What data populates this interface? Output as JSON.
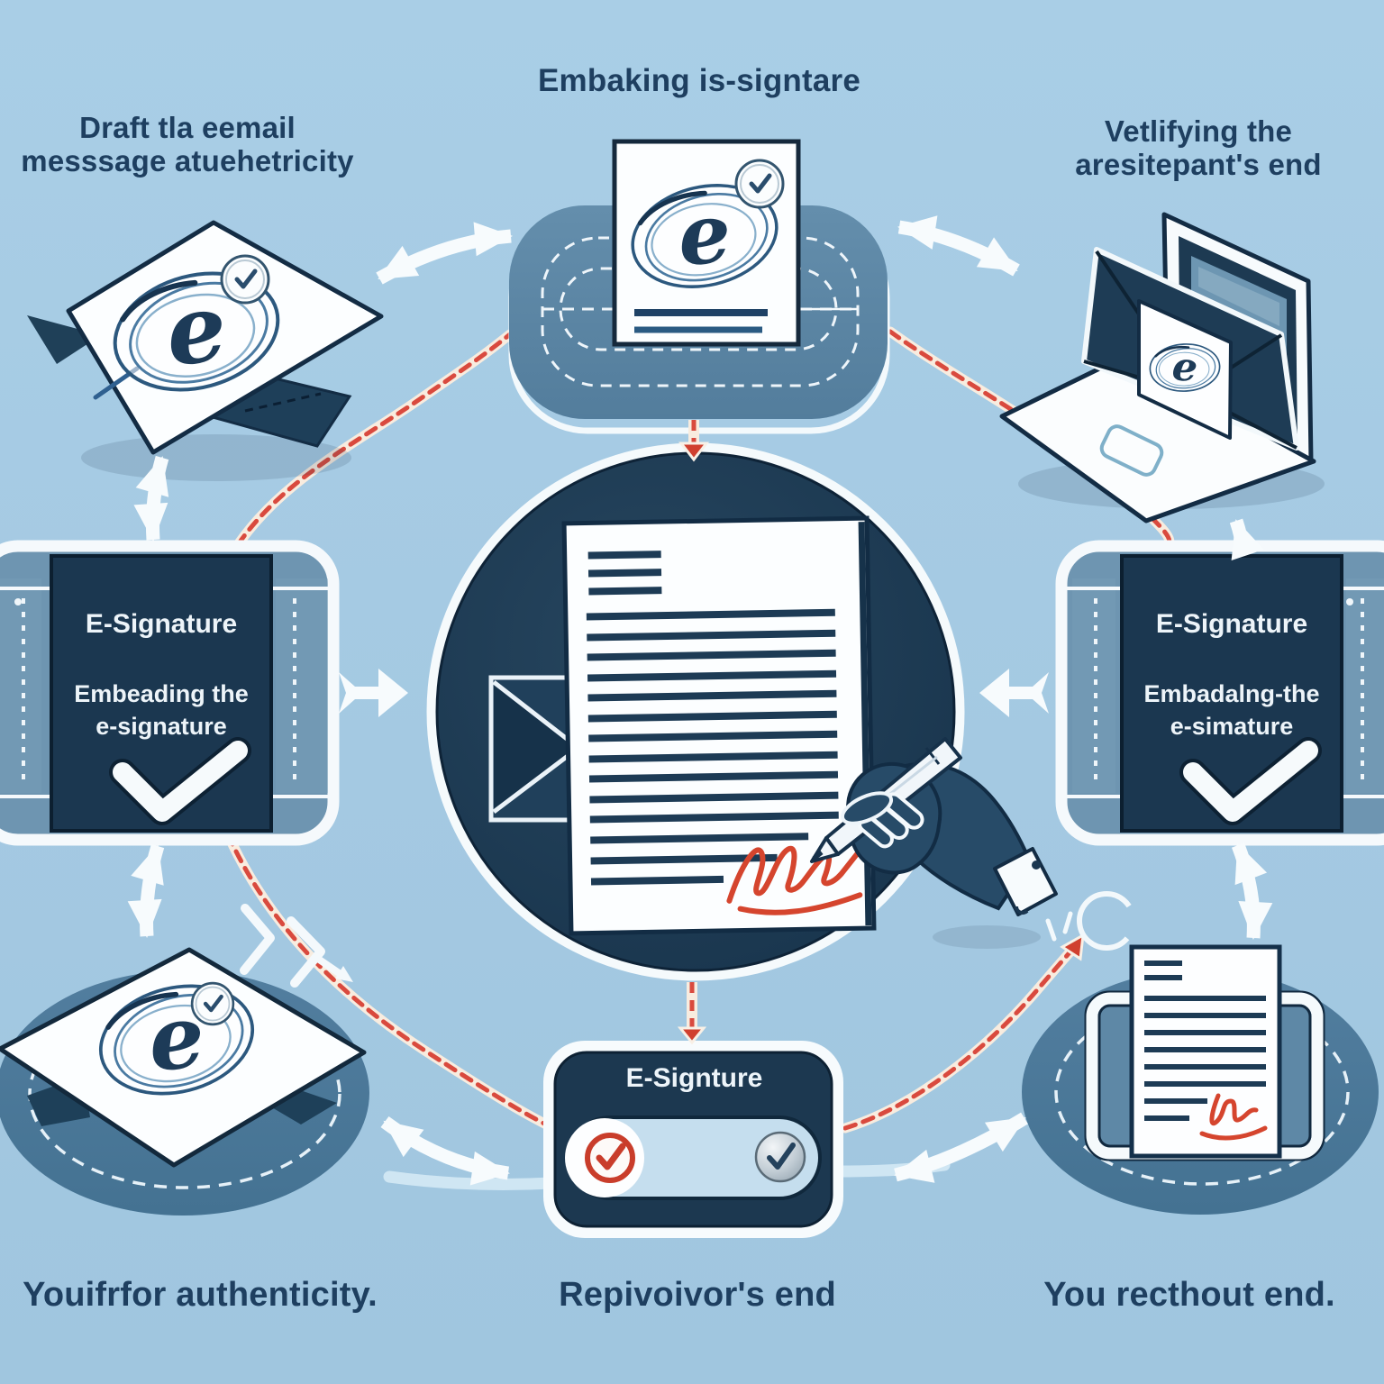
{
  "illustration": {
    "title": "E-signature workflow illustration",
    "background_color": "#a4c9e2",
    "accent_navy": "#1c3850",
    "accent_slate": "#5d87a6",
    "accent_red": "#cf4533",
    "accent_white": "#f7fbfd"
  },
  "captions": {
    "top_left_line1": "Draft tla eemail",
    "top_left_line2": "messsage atuehetricity",
    "top_center": "Embaking is-signtare",
    "top_right_line1": "Vetlifying the",
    "top_right_line2": "aresitepant's end",
    "bottom_left": "Youifrfor authenticity.",
    "bottom_center": "Repivoivor's end",
    "bottom_right": "You recthout end."
  },
  "panels": {
    "left": {
      "title": "E-Signature",
      "line1": "Embeading the",
      "line2": "e-signature"
    },
    "right": {
      "title": "E-Signature",
      "line1": "Embadalng-the",
      "line2": "e-simature"
    },
    "bottom": {
      "title": "E-Signture"
    }
  },
  "logo": {
    "letter": "e"
  },
  "icons": {
    "e_signature_logo": "handwritten-e-in-swirl",
    "verified_badge": "circled-check",
    "panel_check": "check-mark",
    "toggle_red_check": "red-circled-check",
    "toggle_silver_check": "silver-circled-check",
    "connector": "white-double-arrow",
    "secure_route": "red-dashed-rope"
  }
}
